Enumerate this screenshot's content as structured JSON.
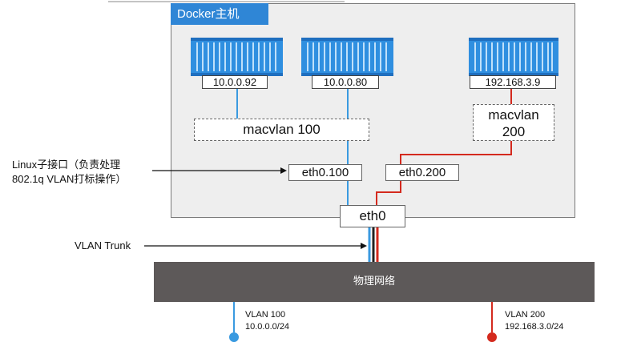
{
  "host": {
    "label": "Docker主机"
  },
  "containers": [
    {
      "ip": "10.0.0.92"
    },
    {
      "ip": "10.0.0.80"
    },
    {
      "ip": "192.168.3.9"
    }
  ],
  "macvlan100": {
    "label": "macvlan 100"
  },
  "macvlan200": {
    "line1": "macvlan",
    "line2": "200"
  },
  "subif": {
    "eth0_100": "eth0.100",
    "eth0_200": "eth0.200"
  },
  "eth0": {
    "label": "eth0"
  },
  "annotations": {
    "linux_subif_line1": "Linux子接口（负责处理",
    "linux_subif_line2": "802.1q VLAN打标操作）",
    "vlan_trunk": "VLAN Trunk"
  },
  "physical_network": {
    "label": "物理网络"
  },
  "vlans": [
    {
      "name": "VLAN 100",
      "subnet": "10.0.0.0/24"
    },
    {
      "name": "VLAN 200",
      "subnet": "192.168.3.0/24"
    }
  ],
  "colors": {
    "blue": "#3a9ae0",
    "red": "#d42a1e",
    "host_label": "#2f86d6",
    "network": "#5d5959"
  },
  "icons": [
    "container-icon",
    "container-icon",
    "container-icon"
  ]
}
